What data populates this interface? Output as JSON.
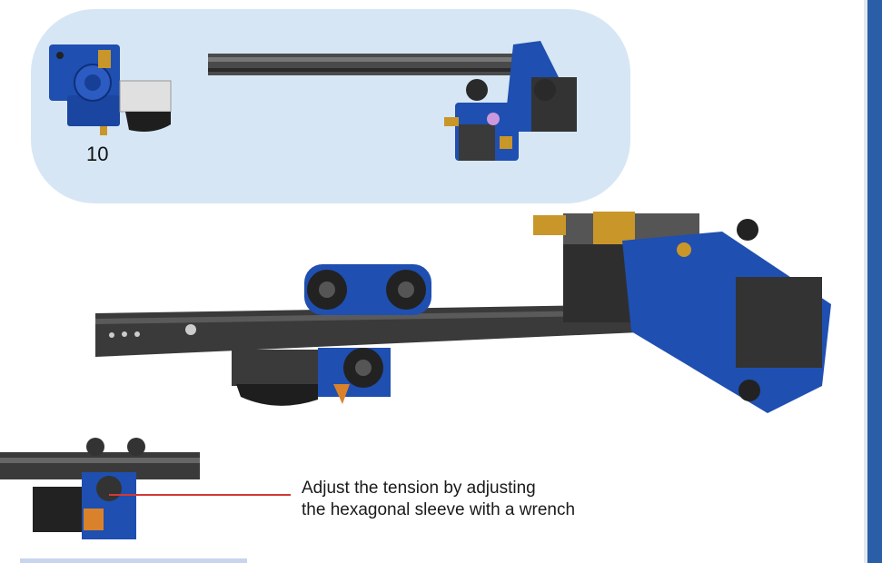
{
  "step": {
    "number": "10"
  },
  "callout": {
    "line1": "Adjust the tension by adjusting",
    "line2": "the hexagonal sleeve with a wrench"
  },
  "colors": {
    "panel_bg": "#d6e6f4",
    "part_blue": "#1f4fb0",
    "rail_dark": "#2a2a2a",
    "brass": "#c9962a",
    "accent_bar": "#2a5fa8",
    "callout_line": "#d23a34"
  }
}
